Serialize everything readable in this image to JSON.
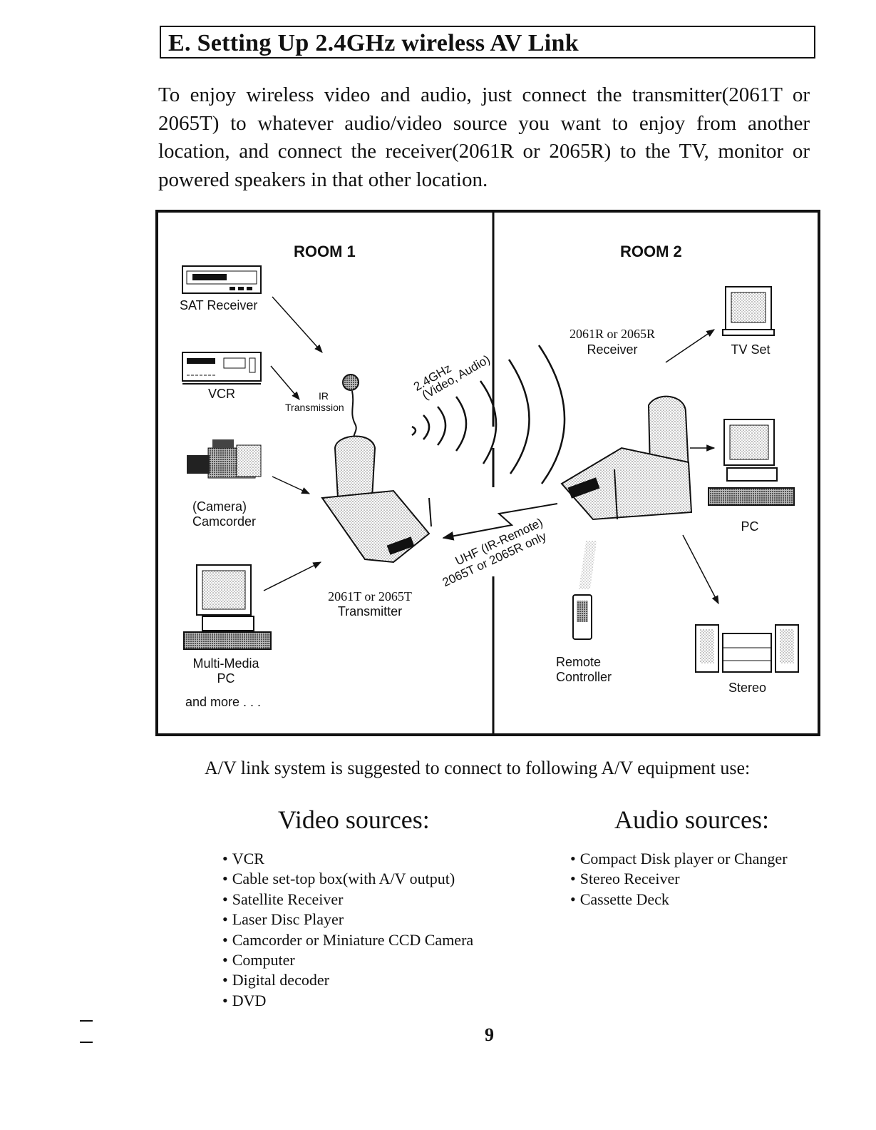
{
  "section_title": "E. Setting Up 2.4GHz wireless AV Link",
  "intro_text": "To enjoy wireless video and audio, just connect the transmitter(2061T or 2065T) to whatever audio/video source you want to enjoy from another location, and connect the receiver(2061R or 2065R) to the TV, monitor or powered speakers in that other location.",
  "diagram": {
    "room1": "ROOM 1",
    "room2": "ROOM 2",
    "sat_receiver": "SAT Receiver",
    "vcr": "VCR",
    "ir": "IR",
    "ir_transmission": "Transmission",
    "camera": "(Camera)",
    "camcorder": "Camcorder",
    "multimedia": "Multi-Media",
    "pc_left": "PC",
    "and_more": "and more . . .",
    "transmitter_model": "2061T or 2065T",
    "transmitter": "Transmitter",
    "signal_freq": "2.4GHz",
    "signal_types": "(Video, Audio)",
    "uhf": "UHF (IR-Remote)",
    "uhf_models": "2065T or 2065R only",
    "receiver_model": "2061R or 2065R",
    "receiver": "Receiver",
    "tv_set": "TV Set",
    "pc_right": "PC",
    "remote": "Remote",
    "controller": "Controller",
    "stereo": "Stereo"
  },
  "caption": "A/V link system is suggested to connect to following A/V equipment use:",
  "video_sources": {
    "heading": "Video sources:",
    "items": [
      "VCR",
      "Cable set-top box(with A/V output)",
      "Satellite Receiver",
      "Laser Disc Player",
      "Camcorder or Miniature CCD Camera",
      "Computer",
      "Digital decoder",
      "DVD"
    ]
  },
  "audio_sources": {
    "heading": "Audio sources:",
    "items": [
      "Compact Disk player or Changer",
      "Stereo Receiver",
      "Cassette Deck"
    ]
  },
  "page_number": "9"
}
